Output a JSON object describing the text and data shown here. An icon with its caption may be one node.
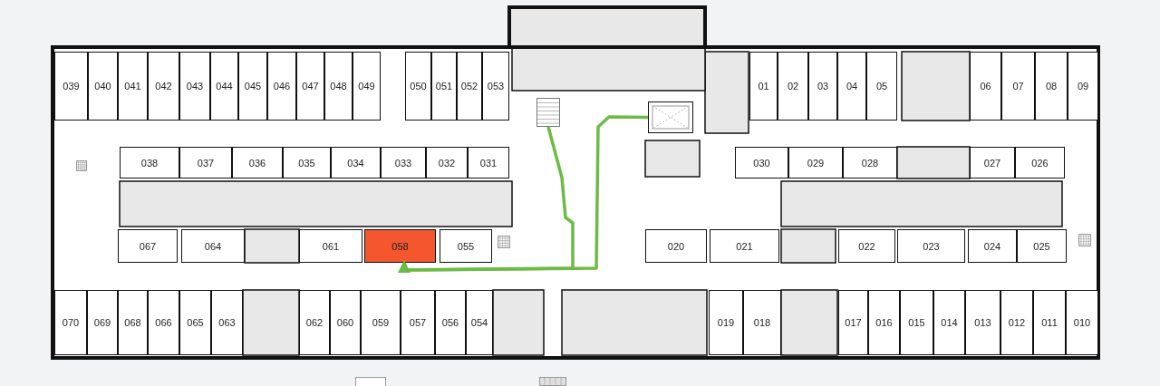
{
  "diagram": {
    "nodes": [
      {
        "text": [
          "039"
        ]
      },
      {
        "text": [
          "040"
        ]
      },
      {
        "text": [
          "041"
        ]
      },
      {
        "text": [
          "042"
        ]
      },
      {
        "text": [
          "043"
        ]
      },
      {
        "text": [
          "044"
        ]
      },
      {
        "text": [
          "045"
        ]
      },
      {
        "text": [
          "046"
        ]
      },
      {
        "text": [
          "047"
        ]
      },
      {
        "text": [
          "048"
        ]
      },
      {
        "text": [
          "049"
        ]
      },
      {
        "text": [
          "050"
        ]
      },
      {
        "text": [
          "051"
        ]
      },
      {
        "text": [
          "052"
        ]
      },
      {
        "text": [
          "053"
        ]
      },
      {
        "text": [],
        "shape": "stairs"
      },
      {
        "text": [],
        "shape": "box"
      },
      {
        "text": [
          "01"
        ]
      },
      {
        "text": [
          "02"
        ]
      },
      {
        "text": [
          "03"
        ]
      },
      {
        "text": [
          "04"
        ]
      },
      {
        "text": [
          "05"
        ]
      },
      {
        "text": [
          "06"
        ]
      },
      {
        "text": [
          "07"
        ]
      },
      {
        "text": [
          "08"
        ]
      },
      {
        "text": [
          "09"
        ]
      },
      {
        "text": [
          "038"
        ]
      },
      {
        "text": [
          "037"
        ]
      },
      {
        "text": [
          "036"
        ]
      },
      {
        "text": [
          "035"
        ]
      },
      {
        "text": [
          "034"
        ]
      },
      {
        "text": [
          "033"
        ]
      },
      {
        "text": [
          "032"
        ]
      },
      {
        "text": [
          "031"
        ]
      },
      {
        "text": [
          "030"
        ]
      },
      {
        "text": [
          "029"
        ]
      },
      {
        "text": [
          "028"
        ]
      },
      {
        "text": [
          "027"
        ]
      },
      {
        "text": [
          "026"
        ]
      },
      {
        "text": [
          "067"
        ]
      },
      {
        "text": [
          "064"
        ]
      },
      {
        "text": [
          "061"
        ]
      },
      {
        "text": [
          "058"
        ]
      },
      {
        "text": [
          "055"
        ]
      },
      {
        "text": [
          "020"
        ]
      },
      {
        "text": [
          "021"
        ]
      },
      {
        "text": [
          "022"
        ]
      },
      {
        "text": [
          "023"
        ]
      },
      {
        "text": [
          "024"
        ]
      },
      {
        "text": [
          "025"
        ]
      },
      {
        "text": [
          "070"
        ]
      },
      {
        "text": [
          "069"
        ]
      },
      {
        "text": [
          "068"
        ]
      },
      {
        "text": [
          "066"
        ]
      },
      {
        "text": [
          "065"
        ]
      },
      {
        "text": [
          "063"
        ]
      },
      {
        "text": [
          "062"
        ]
      },
      {
        "text": [
          "060"
        ]
      },
      {
        "text": [
          "059"
        ]
      },
      {
        "text": [
          "057"
        ]
      },
      {
        "text": [
          "056"
        ]
      },
      {
        "text": [
          "054"
        ]
      },
      {
        "text": [
          "019"
        ]
      },
      {
        "text": [
          "018"
        ]
      },
      {
        "text": [
          "017"
        ]
      },
      {
        "text": [
          "016"
        ]
      },
      {
        "text": [
          "015"
        ]
      },
      {
        "text": [
          "014"
        ]
      },
      {
        "text": [
          "013"
        ]
      },
      {
        "text": [
          "012"
        ]
      },
      {
        "text": [
          "011"
        ]
      },
      {
        "text": [
          "010"
        ]
      }
    ],
    "edges": [
      {
        "from": 15,
        "to": 42,
        "arrow": "to"
      },
      {
        "from": 16,
        "to": 42,
        "arrow": "to"
      }
    ]
  }
}
